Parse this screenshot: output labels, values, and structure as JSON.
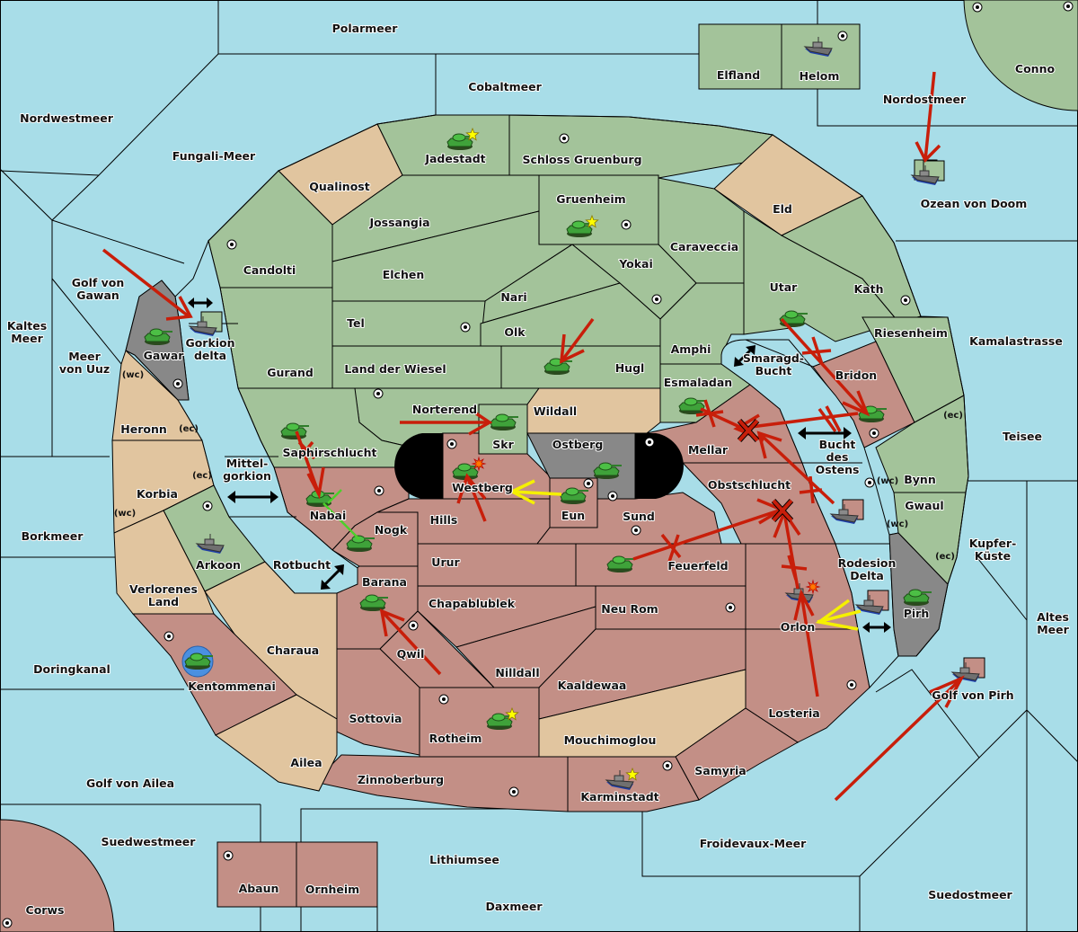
{
  "map": {
    "title": "Diplomacy variant map",
    "colors": {
      "sea": "#a8dde8",
      "green_power": "#a3c39a",
      "red_power": "#c38f86",
      "neutral": "#e1c59f",
      "impassable": "#888888",
      "order_move": "#c81e0a",
      "order_support": "#f5f000",
      "order_convoy": "#4cd02a",
      "failed_marker": "#c81e0a"
    },
    "sea_labels": {
      "polarmeer": "Polarmeer",
      "cobaltmeer": "Cobaltmeer",
      "nordwestmeer": "Nordwestmeer",
      "fungali": "Fungali-Meer",
      "nordostmeer": "Nordostmeer",
      "ozean": "Ozean von Doom",
      "golf_gawan": "Golf von\nGawan",
      "kaltes": "Kaltes\nMeer",
      "meer_uuz": "Meer\nvon Uuz",
      "borkmeer": "Borkmeer",
      "doringkanal": "Doringkanal",
      "golf_ailea": "Golf von Ailea",
      "suedwestmeer": "Suedwestmeer",
      "lithiumsee": "Lithiumsee",
      "daxmeer": "Daxmeer",
      "froidevaux": "Froidevaux-Meer",
      "suedostmeer": "Suedostmeer",
      "golf_pirh": "Golf von Pirh",
      "altes": "Altes\nMeer",
      "kupfer": "Kupfer-\nKüste",
      "teisee": "Teisee",
      "kamala": "Kamalastrasse",
      "smaragd": "Smaragd-\nBucht",
      "bucht_ostens": "Bucht\ndes\nOstens",
      "rodesion": "Rodesion\nDelta",
      "rotbucht": "Rotbucht",
      "mittelgorkion": "Mittel-\ngorkion",
      "gorkion": "Gorkion\ndelta"
    },
    "land_labels": {
      "elfland": "Elfland",
      "helom": "Helom",
      "conno": "Conno",
      "jadestadt": "Jadestadt",
      "schloss": "Schloss Gruenburg",
      "qualinost": "Qualinost",
      "gruenheim": "Gruenheim",
      "eld": "Eld",
      "jossangia": "Jossangia",
      "caraveccia": "Caraveccia",
      "candolti": "Candolti",
      "elchen": "Elchen",
      "yokai": "Yokai",
      "utar": "Utar",
      "kath": "Kath",
      "nari": "Nari",
      "tel": "Tel",
      "olk": "Olk",
      "riesenheim": "Riesenheim",
      "amphi": "Amphi",
      "gawar": "Gawar",
      "gurand": "Gurand",
      "wiesel": "Land der Wiesel",
      "hugl": "Hugl",
      "bridon": "Bridon",
      "esmaladan": "Esmaladan",
      "norterend": "Norterend",
      "wildall": "Wildall",
      "heronn": "Heronn",
      "mellar": "Mellar",
      "skr": "Skr",
      "ostberg": "Ostberg",
      "saphir": "Saphirschlucht",
      "bynn": "Bynn",
      "westberg": "Westberg",
      "obstschlucht": "Obstschlucht",
      "korbia": "Korbia",
      "nabai": "Nabai",
      "eun": "Eun",
      "hills": "Hills",
      "sund": "Sund",
      "gwaul": "Gwaul",
      "nogk": "Nogk",
      "arkoon": "Arkoon",
      "urur": "Urur",
      "feuerfeld": "Feuerfeld",
      "barana": "Barana",
      "verlorenes": "Verlorenes\nLand",
      "chapa": "Chapablublek",
      "neurom": "Neu Rom",
      "pirh": "Pirh",
      "orlon": "Orlon",
      "qwil": "Qwil",
      "charaua": "Charaua",
      "nilldall": "Nilldall",
      "kentommenai": "Kentommenai",
      "kaaldewaa": "Kaaldewaa",
      "losteria": "Losteria",
      "sottovia": "Sottovia",
      "rotheim": "Rotheim",
      "mouchi": "Mouchimoglou",
      "ailea": "Ailea",
      "samyria": "Samyria",
      "zinnoberburg": "Zinnoberburg",
      "karminstadt": "Karminstadt",
      "abaun": "Abaun",
      "ornheim": "Ornheim",
      "corws": "Corws"
    },
    "coast_labels": {
      "wc": "(wc)",
      "ec": "(ec)"
    },
    "units": [
      {
        "type": "army",
        "where": "Jadestadt",
        "owner": "green",
        "new": true
      },
      {
        "type": "army",
        "where": "Gruenheim",
        "owner": "green",
        "new": true
      },
      {
        "type": "fleet",
        "where": "Helom",
        "owner": "green"
      },
      {
        "type": "fleet",
        "where": "Ozean von Doom",
        "owner": "green"
      },
      {
        "type": "army",
        "where": "Gawar",
        "owner": "green"
      },
      {
        "type": "fleet",
        "where": "Gorkion delta",
        "owner": "green"
      },
      {
        "type": "army",
        "where": "Utar",
        "owner": "green"
      },
      {
        "type": "army",
        "where": "Hugl",
        "owner": "green"
      },
      {
        "type": "army",
        "where": "Skr",
        "owner": "green"
      },
      {
        "type": "army",
        "where": "Esmaladan",
        "owner": "green"
      },
      {
        "type": "army",
        "where": "Bridon",
        "owner": "green"
      },
      {
        "type": "army",
        "where": "Saphirschlucht",
        "owner": "green"
      },
      {
        "type": "army",
        "where": "Nabai",
        "owner": "green"
      },
      {
        "type": "army",
        "where": "Nogk",
        "owner": "green"
      },
      {
        "type": "army",
        "where": "Westberg",
        "owner": "green",
        "dislodged": true
      },
      {
        "type": "army",
        "where": "Ostberg",
        "owner": "green"
      },
      {
        "type": "army",
        "where": "Eun",
        "owner": "green"
      },
      {
        "type": "fleet",
        "where": "Arkoon",
        "owner": "green"
      },
      {
        "type": "army",
        "where": "Feuerfeld",
        "owner": "green"
      },
      {
        "type": "army",
        "where": "Barana",
        "owner": "green"
      },
      {
        "type": "army",
        "where": "Kentommenai",
        "owner": "green",
        "retreat": true
      },
      {
        "type": "army",
        "where": "Rotheim",
        "owner": "green",
        "new": true
      },
      {
        "type": "fleet",
        "where": "Karminstadt",
        "owner": "green",
        "new": true
      },
      {
        "type": "fleet",
        "where": "Bucht des Ostens",
        "owner": "red"
      },
      {
        "type": "fleet",
        "where": "Orlon",
        "owner": "green",
        "dislodged": true
      },
      {
        "type": "fleet",
        "where": "Rodesion Delta",
        "owner": "red"
      },
      {
        "type": "army",
        "where": "Pirh",
        "owner": "green"
      },
      {
        "type": "fleet",
        "where": "Golf von Pirh",
        "owner": "red"
      }
    ]
  }
}
